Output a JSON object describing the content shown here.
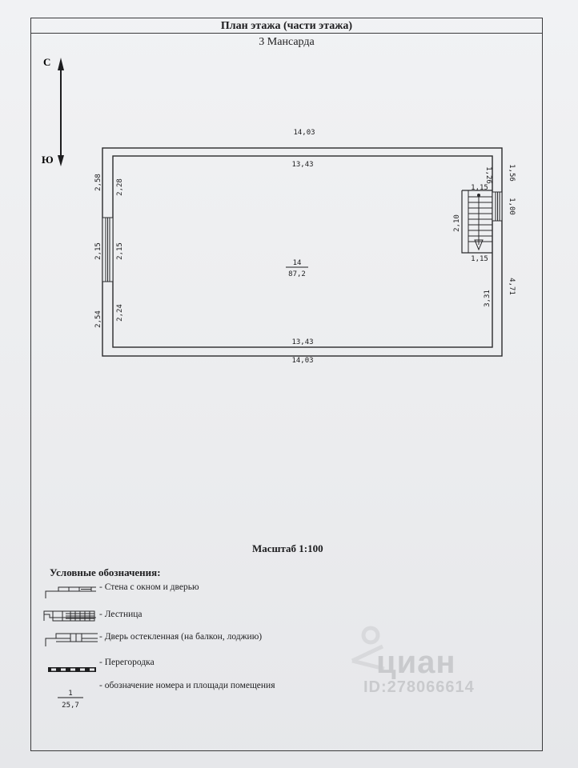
{
  "header": {
    "title": "План этажа (части этажа)",
    "floor": "3 Мансарда"
  },
  "compass": {
    "north": "С",
    "south": "Ю"
  },
  "dimensions": {
    "outer_top": "14,03",
    "inner_top": "13,43",
    "inner_bottom": "13,43",
    "outer_bottom": "14,03",
    "left_outer_top": "2,58",
    "left_inner_top": "2,28",
    "left_window_outer": "2,15",
    "left_window_inner": "2,15",
    "left_outer_bottom": "2,54",
    "left_inner_bottom": "2,24",
    "right_outer_top": "1,56",
    "right_inner_top": "1,26",
    "right_window": "1,00",
    "right_inner_bottom": "3,31",
    "right_outer_bottom": "4,71",
    "stair_top": "1,15",
    "stair_bottom": "1,15",
    "stair_length": "2,10"
  },
  "room": {
    "number": "14",
    "area": "87,2"
  },
  "scale": "Масштаб 1:100",
  "legend": {
    "title": "Условные обозначения:",
    "items": [
      "- Стена с окном и дверью",
      "- Лестница",
      "- Дверь остекленная (на балкон, лоджию)",
      "- Перегородка",
      "- обозначение номера и площади помещения"
    ],
    "sample_number": "1",
    "sample_area": "25,7"
  },
  "watermark": {
    "brand": "циан",
    "id": "ID:278066614"
  }
}
